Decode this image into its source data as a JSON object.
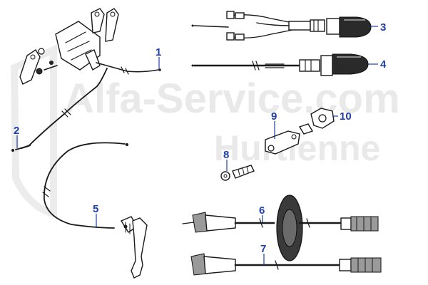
{
  "watermark": {
    "line1": "Alfa-Service.com",
    "line2": "Hurtienne"
  },
  "callouts": [
    {
      "id": "1",
      "label": "1"
    },
    {
      "id": "2",
      "label": "2"
    },
    {
      "id": "3",
      "label": "3"
    },
    {
      "id": "4",
      "label": "4"
    },
    {
      "id": "5",
      "label": "5"
    },
    {
      "id": "6",
      "label": "6"
    },
    {
      "id": "7",
      "label": "7"
    },
    {
      "id": "8",
      "label": "8"
    },
    {
      "id": "9",
      "label": "9"
    },
    {
      "id": "10",
      "label": "10"
    }
  ],
  "colors": {
    "callout": "#1f3fa6",
    "ink": "#1a1a1a",
    "watermark": "#e9e9e9"
  }
}
